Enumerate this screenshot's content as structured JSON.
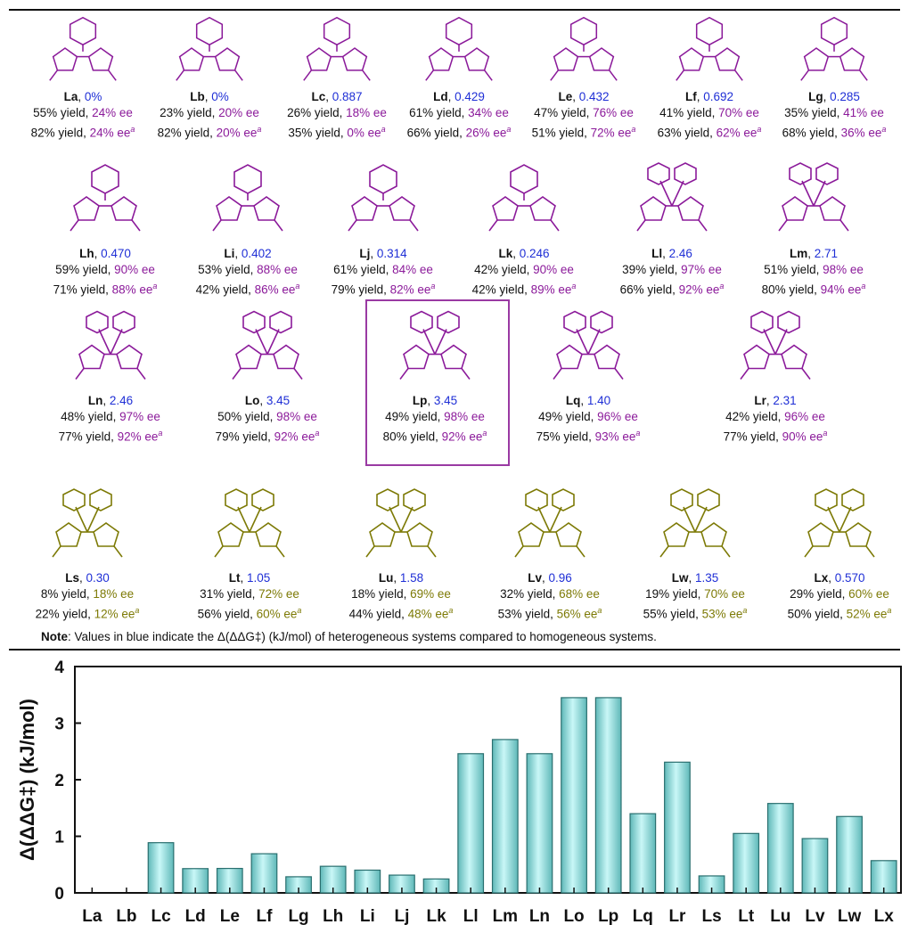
{
  "ligands": [
    {
      "name": "La",
      "value": "0%",
      "line1": {
        "yield": "55% yield,",
        "ee": "24% ee"
      },
      "line2": {
        "yield": "82% yield,",
        "ee": "24% ee",
        "sup": "a"
      },
      "color": "p"
    },
    {
      "name": "Lb",
      "value": "0%",
      "line1": {
        "yield": "23% yield,",
        "ee": "20% ee"
      },
      "line2": {
        "yield": "82% yield,",
        "ee": "20% ee",
        "sup": "a"
      },
      "color": "p"
    },
    {
      "name": "Lc",
      "value": "0.887",
      "line1": {
        "yield": "26% yield,",
        "ee": "18% ee"
      },
      "line2": {
        "yield": "35% yield,",
        "ee": "0% ee",
        "sup": "a"
      },
      "color": "p"
    },
    {
      "name": "Ld",
      "value": "0.429",
      "line1": {
        "yield": "61% yield,",
        "ee": "34% ee"
      },
      "line2": {
        "yield": "66% yield,",
        "ee": "26% ee",
        "sup": "a"
      },
      "color": "p"
    },
    {
      "name": "Le",
      "value": "0.432",
      "line1": {
        "yield": "47% yield,",
        "ee": "76% ee"
      },
      "line2": {
        "yield": "51% yield,",
        "ee": "72% ee",
        "sup": "a"
      },
      "color": "p"
    },
    {
      "name": "Lf",
      "value": "0.692",
      "line1": {
        "yield": "41% yield,",
        "ee": "70% ee"
      },
      "line2": {
        "yield": "63% yield,",
        "ee": "62% ee",
        "sup": "a"
      },
      "color": "p"
    },
    {
      "name": "Lg",
      "value": "0.285",
      "line1": {
        "yield": "35% yield,",
        "ee": "41% ee"
      },
      "line2": {
        "yield": "68% yield,",
        "ee": "36% ee",
        "sup": "a"
      },
      "color": "p"
    },
    {
      "name": "Lh",
      "value": "0.470",
      "line1": {
        "yield": "59% yield,",
        "ee": "90% ee"
      },
      "line2": {
        "yield": "71% yield,",
        "ee": "88% ee",
        "sup": "a"
      },
      "color": "p"
    },
    {
      "name": "Li",
      "value": "0.402",
      "line1": {
        "yield": "53% yield,",
        "ee": "88% ee"
      },
      "line2": {
        "yield": "42% yield,",
        "ee": "86% ee",
        "sup": "a"
      },
      "color": "p"
    },
    {
      "name": "Lj",
      "value": "0.314",
      "line1": {
        "yield": "61% yield,",
        "ee": "84% ee"
      },
      "line2": {
        "yield": "79% yield,",
        "ee": "82% ee",
        "sup": "a"
      },
      "color": "p"
    },
    {
      "name": "Lk",
      "value": "0.246",
      "line1": {
        "yield": "42% yield,",
        "ee": "90% ee"
      },
      "line2": {
        "yield": "42% yield,",
        "ee": "89% ee",
        "sup": "a"
      },
      "color": "p"
    },
    {
      "name": "Ll",
      "value": "2.46",
      "line1": {
        "yield": "39% yield,",
        "ee": "97% ee"
      },
      "line2": {
        "yield": "66% yield,",
        "ee": "92% ee",
        "sup": "a"
      },
      "color": "p"
    },
    {
      "name": "Lm",
      "value": "2.71",
      "line1": {
        "yield": "51% yield,",
        "ee": "98% ee"
      },
      "line2": {
        "yield": "80% yield,",
        "ee": "94% ee",
        "sup": "a"
      },
      "color": "p"
    },
    {
      "name": "Ln",
      "value": "2.46",
      "line1": {
        "yield": "48% yield,",
        "ee": "97% ee"
      },
      "line2": {
        "yield": "77% yield,",
        "ee": "92% ee",
        "sup": "a"
      },
      "color": "p"
    },
    {
      "name": "Lo",
      "value": "3.45",
      "line1": {
        "yield": "50% yield,",
        "ee": "98% ee"
      },
      "line2": {
        "yield": "79% yield,",
        "ee": "92% ee",
        "sup": "a"
      },
      "color": "p"
    },
    {
      "name": "Lp",
      "value": "3.45",
      "line1": {
        "yield": "49% yield,",
        "ee": "98% ee"
      },
      "line2": {
        "yield": "80% yield,",
        "ee": "92% ee",
        "sup": "a"
      },
      "color": "p"
    },
    {
      "name": "Lq",
      "value": "1.40",
      "line1": {
        "yield": "49% yield,",
        "ee": "96% ee"
      },
      "line2": {
        "yield": "75% yield,",
        "ee": "93% ee",
        "sup": "a"
      },
      "color": "p"
    },
    {
      "name": "Lr",
      "value": "2.31",
      "line1": {
        "yield": "42% yield,",
        "ee": "96% ee"
      },
      "line2": {
        "yield": "77% yield,",
        "ee": "90% ee",
        "sup": "a"
      },
      "color": "p"
    },
    {
      "name": "Ls",
      "value": "0.30",
      "line1": {
        "yield": "8% yield,",
        "ee": "18% ee"
      },
      "line2": {
        "yield": "22% yield,",
        "ee": "12% ee",
        "sup": "a"
      },
      "color": "o"
    },
    {
      "name": "Lt",
      "value": "1.05",
      "line1": {
        "yield": "31% yield,",
        "ee": "72% ee"
      },
      "line2": {
        "yield": "56% yield,",
        "ee": "60% ee",
        "sup": "a"
      },
      "color": "o"
    },
    {
      "name": "Lu",
      "value": "1.58",
      "line1": {
        "yield": "18% yield,",
        "ee": "69% ee"
      },
      "line2": {
        "yield": "44% yield,",
        "ee": "48% ee",
        "sup": "a"
      },
      "color": "o"
    },
    {
      "name": "Lv",
      "value": "0.96",
      "line1": {
        "yield": "32% yield,",
        "ee": "68% ee"
      },
      "line2": {
        "yield": "53% yield,",
        "ee": "56% ee",
        "sup": "a"
      },
      "color": "o"
    },
    {
      "name": "Lw",
      "value": "1.35",
      "line1": {
        "yield": "19% yield,",
        "ee": "70% ee"
      },
      "line2": {
        "yield": "55% yield,",
        "ee": "53% ee",
        "sup": "a"
      },
      "color": "o"
    },
    {
      "name": "Lx",
      "value": "0.570",
      "line1": {
        "yield": "29% yield,",
        "ee": "60% ee"
      },
      "line2": {
        "yield": "50% yield,",
        "ee": "52% ee",
        "sup": "a"
      },
      "color": "o"
    }
  ],
  "note": {
    "label": "Note",
    "text": ": Values in blue indicate the Δ(ΔΔG‡) (kJ/mol) of heterogeneous systems compared to homogeneous systems."
  },
  "highlighted_ligand": "Lp",
  "colors": {
    "value_blue": "#1f2fd6",
    "ligand_purple": "#8b1a9a",
    "ligand_olive": "#7d7a06",
    "bar_fill": "#8fe6e6",
    "bar_edge": "#2a6f6f"
  },
  "chart_data": {
    "type": "bar",
    "categories": [
      "La",
      "Lb",
      "Lc",
      "Ld",
      "Le",
      "Lf",
      "Lg",
      "Lh",
      "Li",
      "Lj",
      "Lk",
      "Ll",
      "Lm",
      "Ln",
      "Lo",
      "Lp",
      "Lq",
      "Lr",
      "Ls",
      "Lt",
      "Lu",
      "Lv",
      "Lw",
      "Lx"
    ],
    "values": [
      0,
      0,
      0.887,
      0.429,
      0.432,
      0.692,
      0.285,
      0.47,
      0.402,
      0.314,
      0.246,
      2.46,
      2.71,
      2.46,
      3.45,
      3.45,
      1.4,
      2.31,
      0.3,
      1.05,
      1.58,
      0.96,
      1.35,
      0.57
    ],
    "title": "",
    "xlabel": "",
    "ylabel": "Δ(ΔΔG‡) (kJ/mol)",
    "ylim": [
      0,
      4
    ],
    "yticks": [
      "0",
      "1",
      "2",
      "3",
      "4"
    ],
    "grid": false,
    "legend": "none"
  }
}
